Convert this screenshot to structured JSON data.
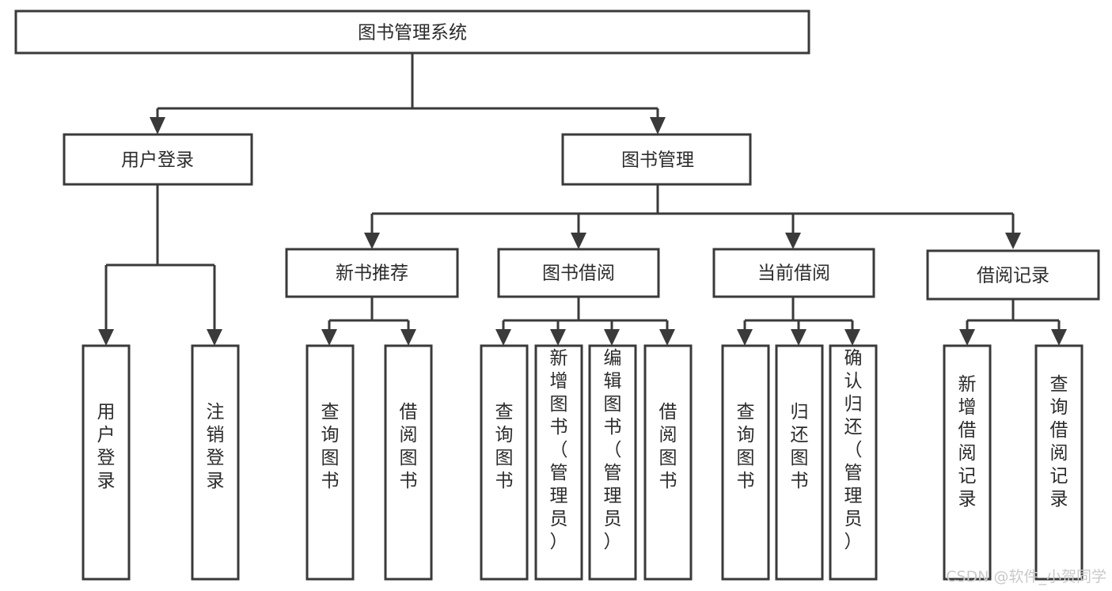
{
  "diagram": {
    "title": "图书管理系统",
    "type": "tree-hierarchy",
    "root": {
      "id": "root",
      "label": "图书管理系统"
    },
    "level2": [
      {
        "id": "user-login",
        "label": "用户登录"
      },
      {
        "id": "book-manage",
        "label": "图书管理"
      }
    ],
    "level3": [
      {
        "id": "new-book-rec",
        "label": "新书推荐",
        "parent": "book-manage"
      },
      {
        "id": "book-borrow",
        "label": "图书借阅",
        "parent": "book-manage"
      },
      {
        "id": "current-borrow",
        "label": "当前借阅",
        "parent": "book-manage"
      },
      {
        "id": "borrow-record",
        "label": "借阅记录",
        "parent": "book-manage"
      }
    ],
    "leaves": {
      "user-login": [
        {
          "id": "leaf-user-login",
          "label": "用户登录"
        },
        {
          "id": "leaf-logout",
          "label": "注销登录"
        }
      ],
      "new-book-rec": [
        {
          "id": "leaf-query-book-1",
          "label": "查询图书"
        },
        {
          "id": "leaf-borrow-book-1",
          "label": "借阅图书"
        }
      ],
      "book-borrow": [
        {
          "id": "leaf-query-book-2",
          "label": "查询图书"
        },
        {
          "id": "leaf-add-book",
          "label": "新增图书（管理员）"
        },
        {
          "id": "leaf-edit-book",
          "label": "编辑图书（管理员）"
        },
        {
          "id": "leaf-borrow-book-2",
          "label": "借阅图书"
        }
      ],
      "current-borrow": [
        {
          "id": "leaf-query-book-3",
          "label": "查询图书"
        },
        {
          "id": "leaf-return-book",
          "label": "归还图书"
        },
        {
          "id": "leaf-confirm-return",
          "label": "确认归还（管理员）"
        }
      ],
      "borrow-record": [
        {
          "id": "leaf-add-record",
          "label": "新增借阅记录"
        },
        {
          "id": "leaf-query-record",
          "label": "查询借阅记录"
        }
      ]
    }
  },
  "watermark": {
    "text": "CSDN @软件_小贺同学"
  },
  "colors": {
    "box_stroke": "#3a3a3a",
    "box_fill": "#ffffff",
    "text": "#2b2b2b",
    "connector": "#3a3a3a",
    "watermark": "#c9c9c9",
    "background": "#ffffff"
  }
}
